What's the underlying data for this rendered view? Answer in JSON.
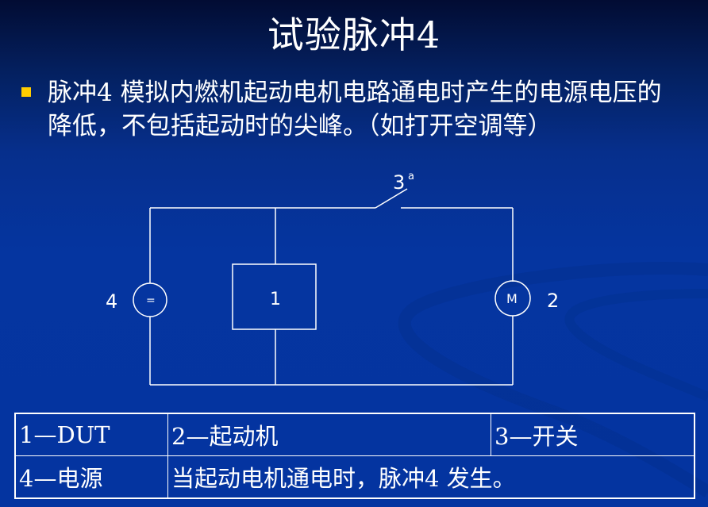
{
  "slide": {
    "title": "试验脉冲4",
    "bullet_color": "#ffcc00",
    "bullet_text": "脉冲4 模拟内燃机起动电机电路通电时产生的电源电压的降低，不包括起动时的尖峰。（如打开空调等）"
  },
  "circuit": {
    "switch_label": "3",
    "switch_superscript": "a",
    "source_label": "4",
    "source_symbol": "=",
    "dut_label": "1",
    "motor_symbol": "M",
    "motor_label": "2"
  },
  "legend": {
    "rows": [
      [
        "1—DUT",
        "2—起动机",
        "3—开关"
      ],
      [
        "4—电源",
        "当起动电机通电时，脉冲4 发生。"
      ]
    ]
  },
  "colors": {
    "background_top": "#020c33",
    "background_main": "#0535a0",
    "line": "#ffffff"
  }
}
